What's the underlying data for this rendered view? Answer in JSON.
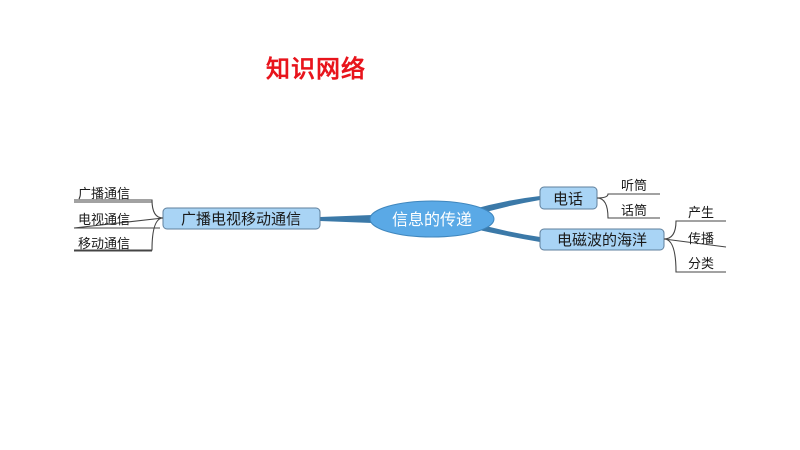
{
  "title": "知识网络",
  "colors": {
    "title": "#e8141c",
    "center_fill": "#5aa9e6",
    "node_fill": "#a9d4f5",
    "node_stroke": "#5f7f9c",
    "branch": "#3b79a8",
    "leaf_line": "#444444"
  },
  "mindmap": {
    "center": "信息的传递",
    "left_branch": {
      "label": "广播电视移动通信",
      "children": [
        "广播通信",
        "电视通信",
        "移动通信"
      ]
    },
    "right_branches": [
      {
        "label": "电话",
        "children": [
          "听筒",
          "话筒"
        ]
      },
      {
        "label": "电磁波的海洋",
        "children": [
          "产生",
          "传播",
          "分类"
        ]
      }
    ]
  }
}
